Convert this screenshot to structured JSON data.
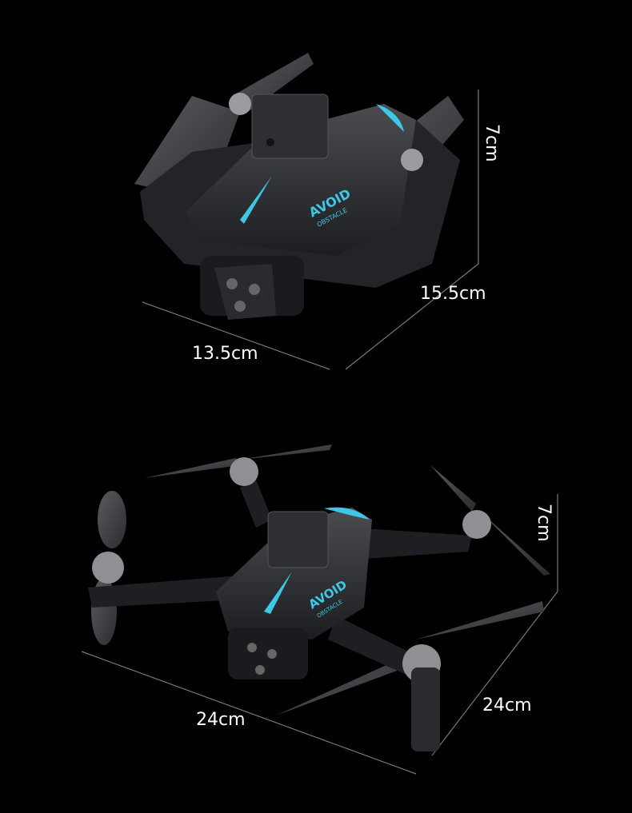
{
  "product": {
    "body_text_line1": "AVOID",
    "body_text_line2": "OBSTACLE",
    "accent_color": "#3ec8e6"
  },
  "folded_view": {
    "width": "13.5cm",
    "length": "15.5cm",
    "height": "7cm"
  },
  "unfolded_view": {
    "width": "24cm",
    "length": "24cm",
    "height": "7cm"
  }
}
